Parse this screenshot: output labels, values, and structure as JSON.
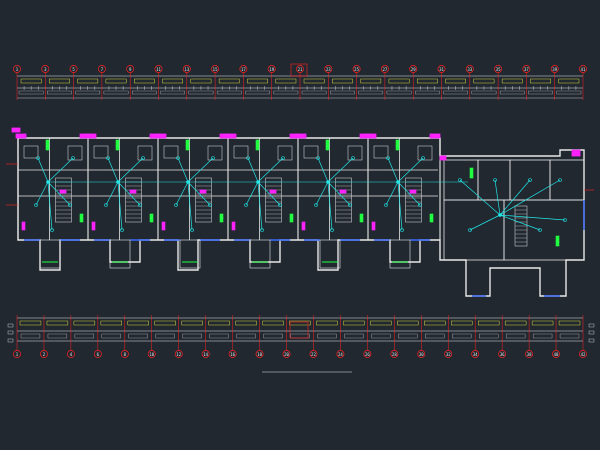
{
  "drawing": {
    "background": "#212830",
    "colors": {
      "wall": "#e8e8e8",
      "axis": "#ff2020",
      "dimension": "#e8e8e8",
      "wiring": "#20e8e8",
      "fixture": "#ff22ff",
      "circuit": "#20ff40",
      "window": "#3a6bff",
      "label": "#ffff40"
    },
    "icons": [
      "axis-bubble-icon",
      "outlet-icon",
      "light-fixture-icon",
      "stair-icon",
      "wiring-line-icon"
    ],
    "caption": {
      "title": "",
      "scale": ""
    },
    "top_axes": [
      "1",
      "3",
      "5",
      "7",
      "9",
      "11",
      "13",
      "15",
      "17",
      "19",
      "21",
      "23",
      "25",
      "27",
      "29",
      "31",
      "33",
      "35",
      "37",
      "39",
      "41"
    ],
    "bottom_axes": [
      "1",
      "2",
      "4",
      "6",
      "8",
      "10",
      "12",
      "14",
      "16",
      "18",
      "20",
      "22",
      "24",
      "26",
      "28",
      "30",
      "32",
      "34",
      "36",
      "38",
      "40",
      "42"
    ]
  }
}
